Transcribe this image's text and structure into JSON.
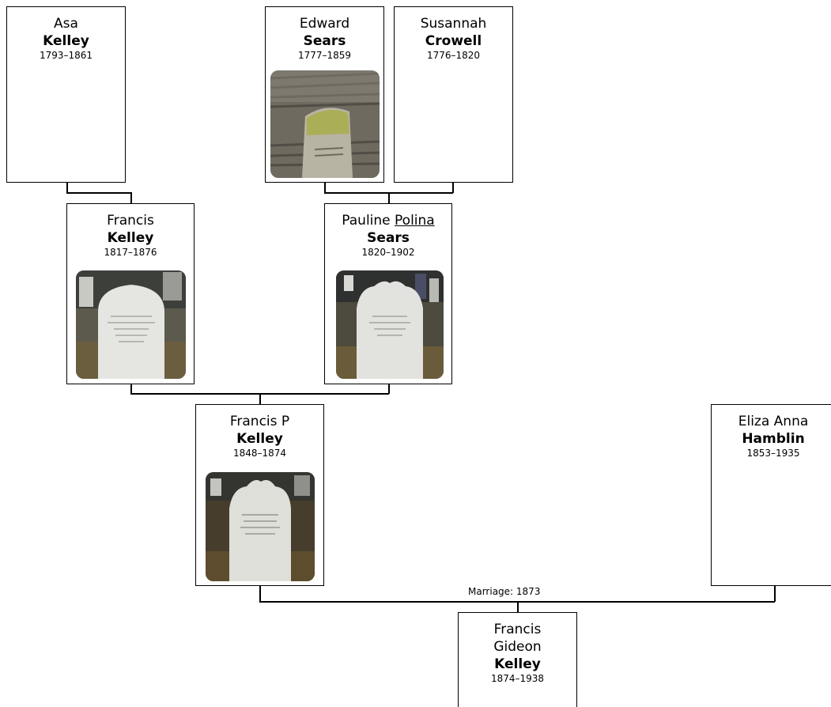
{
  "people": {
    "asa": {
      "given": "Asa",
      "surname": "Kelley",
      "dates": "1793–1861"
    },
    "edward": {
      "given": "Edward",
      "surname": "Sears",
      "dates": "1777–1859",
      "photo": "headstone-photo"
    },
    "susannah": {
      "given": "Susannah",
      "surname": "Crowell",
      "dates": "1776–1820"
    },
    "francis_sr": {
      "given": "Francis",
      "surname": "Kelley",
      "dates": "1817–1876",
      "photo": "headstone-photo"
    },
    "pauline": {
      "given": "Pauline",
      "alt_given": "Polina",
      "surname": "Sears",
      "dates": "1820–1902",
      "photo": "headstone-photo"
    },
    "francis_p": {
      "given": "Francis P",
      "surname": "Kelley",
      "dates": "1848–1874",
      "photo": "headstone-photo"
    },
    "eliza": {
      "given": "Eliza Anna",
      "surname": "Hamblin",
      "dates": "1853–1935"
    },
    "francis_gideon": {
      "given": "Francis",
      "given2": "Gideon",
      "surname": "Kelley",
      "dates": "1874–1938"
    }
  },
  "marriage_label": "Marriage: 1873",
  "colors": {
    "line": "#000000",
    "card_border": "#000000",
    "background": "#ffffff"
  }
}
